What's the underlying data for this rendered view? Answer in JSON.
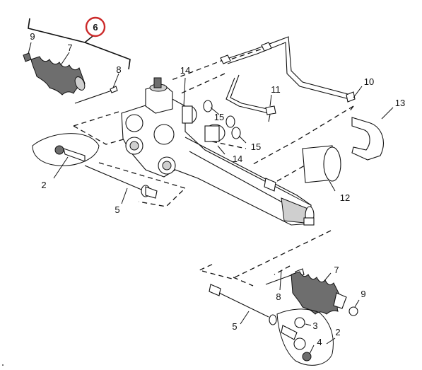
{
  "highlight": {
    "label": "6",
    "ring_color": "#cc2a2a"
  },
  "callouts": {
    "c9_top": "9",
    "c7_top": "7",
    "c8_top": "8",
    "c14_top": "14",
    "c11": "11",
    "c10": "10",
    "c13": "13",
    "c15_a": "15",
    "c15_b": "15",
    "c14_mid": "14",
    "c2_left": "2",
    "c5_left": "5",
    "c12": "12",
    "c7_bottom": "7",
    "c8_bottom": "8",
    "c9_bottom": "9",
    "c5_bottom": "5",
    "c3": "3",
    "c4": "4",
    "c2_bottom": "2"
  }
}
